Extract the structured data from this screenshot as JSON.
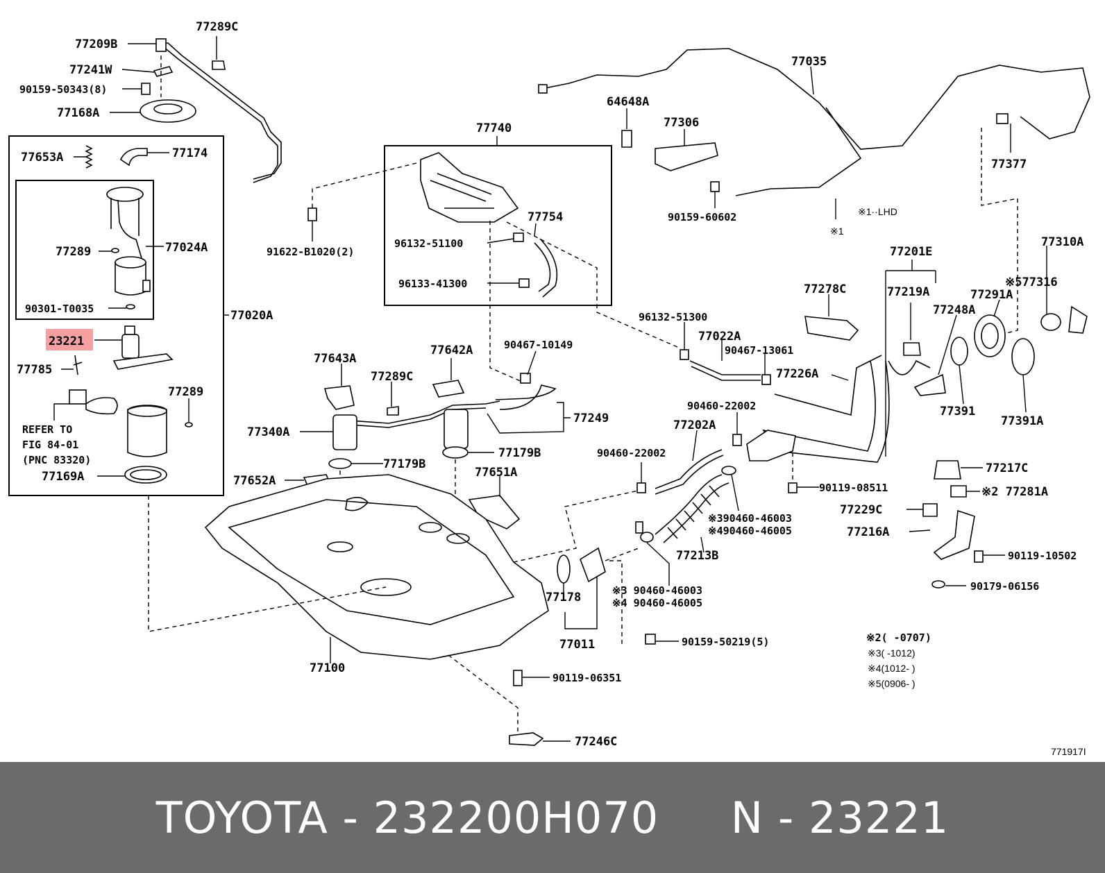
{
  "labels": {
    "l77209B": "77209B",
    "l77289C_top": "77289C",
    "l77241W": "77241W",
    "l90159_50343": "90159-50343(8)",
    "l77168A": "77168A",
    "l77653A": "77653A",
    "l77174": "77174",
    "l77289_a": "77289",
    "l77024A": "77024A",
    "l90301_T0035": "90301-T0035",
    "l77020A": "77020A",
    "l23221": "23221",
    "l77785": "77785",
    "l77289_b": "77289",
    "l77169A": "77169A",
    "l77740": "77740",
    "l91622_B1020": "91622-B1020(2)",
    "l96132_51100": "96132-51100",
    "l96133_41300": "96133-41300",
    "l77754": "77754",
    "l64648A": "64648A",
    "l77306": "77306",
    "l90159_60602": "90159-60602",
    "l77035": "77035",
    "l77377": "77377",
    "l77201E": "77201E",
    "l77310A": "77310A",
    "l77316": "※577316",
    "l77219A": "77219A",
    "l77291A": "77291A",
    "l77248A": "77248A",
    "l77278C": "77278C",
    "l96132_51300": "96132-51300",
    "l77022A": "77022A",
    "l90467_13061": "90467-13061",
    "l77226A": "77226A",
    "l77391": "77391",
    "l77391A": "77391A",
    "l77643A": "77643A",
    "l77642A": "77642A",
    "l90467_10149": "90467-10149",
    "l77289C_mid": "77289C",
    "l77249": "77249",
    "l77340A": "77340A",
    "l77179B_a": "77179B",
    "l77179B_b": "77179B",
    "l77652A": "77652A",
    "l77651A": "77651A",
    "l90460_22002_a": "90460-22002",
    "l77202A": "77202A",
    "l90460_22002_b": "90460-22002",
    "l90119_08511": "90119-08511",
    "l77217C": "77217C",
    "l77281A": "※2 77281A",
    "l77229C": "77229C",
    "l90460_46003_a": "※390460-46003",
    "l90460_46005_a": "※490460-46005",
    "l77216A": "77216A",
    "l77213B": "77213B",
    "l90119_10502": "90119-10502",
    "l90179_06156": "90179-06156",
    "l77178": "77178",
    "l90460_46003_b": "※3 90460-46003",
    "l90460_46005_b": "※4 90460-46005",
    "l77011": "77011",
    "l90159_50219": "90159-50219(5)",
    "l77100": "77100",
    "l90119_06351": "90119-06351",
    "l77246C": "77246C"
  },
  "refer": {
    "line1": "REFER TO",
    "line2": "FIG 84-01",
    "line3": "(PNC 83320)"
  },
  "notes": {
    "lhd": "※1··LHD",
    "n1": "※1",
    "n2": "※2(    -0707)",
    "n3": "※3(   -1012)",
    "n4": "※4(1012-   )",
    "n5": "※5(0906-   )"
  },
  "figure_id": "771917I",
  "highlight_color": "#f4a0a0",
  "footer": {
    "brand": "TOYOTA",
    "sep1": " - ",
    "part_number": "232200H070",
    "gap": "     ",
    "n_label": "N",
    "sep2": " - ",
    "pnc": "23221"
  }
}
